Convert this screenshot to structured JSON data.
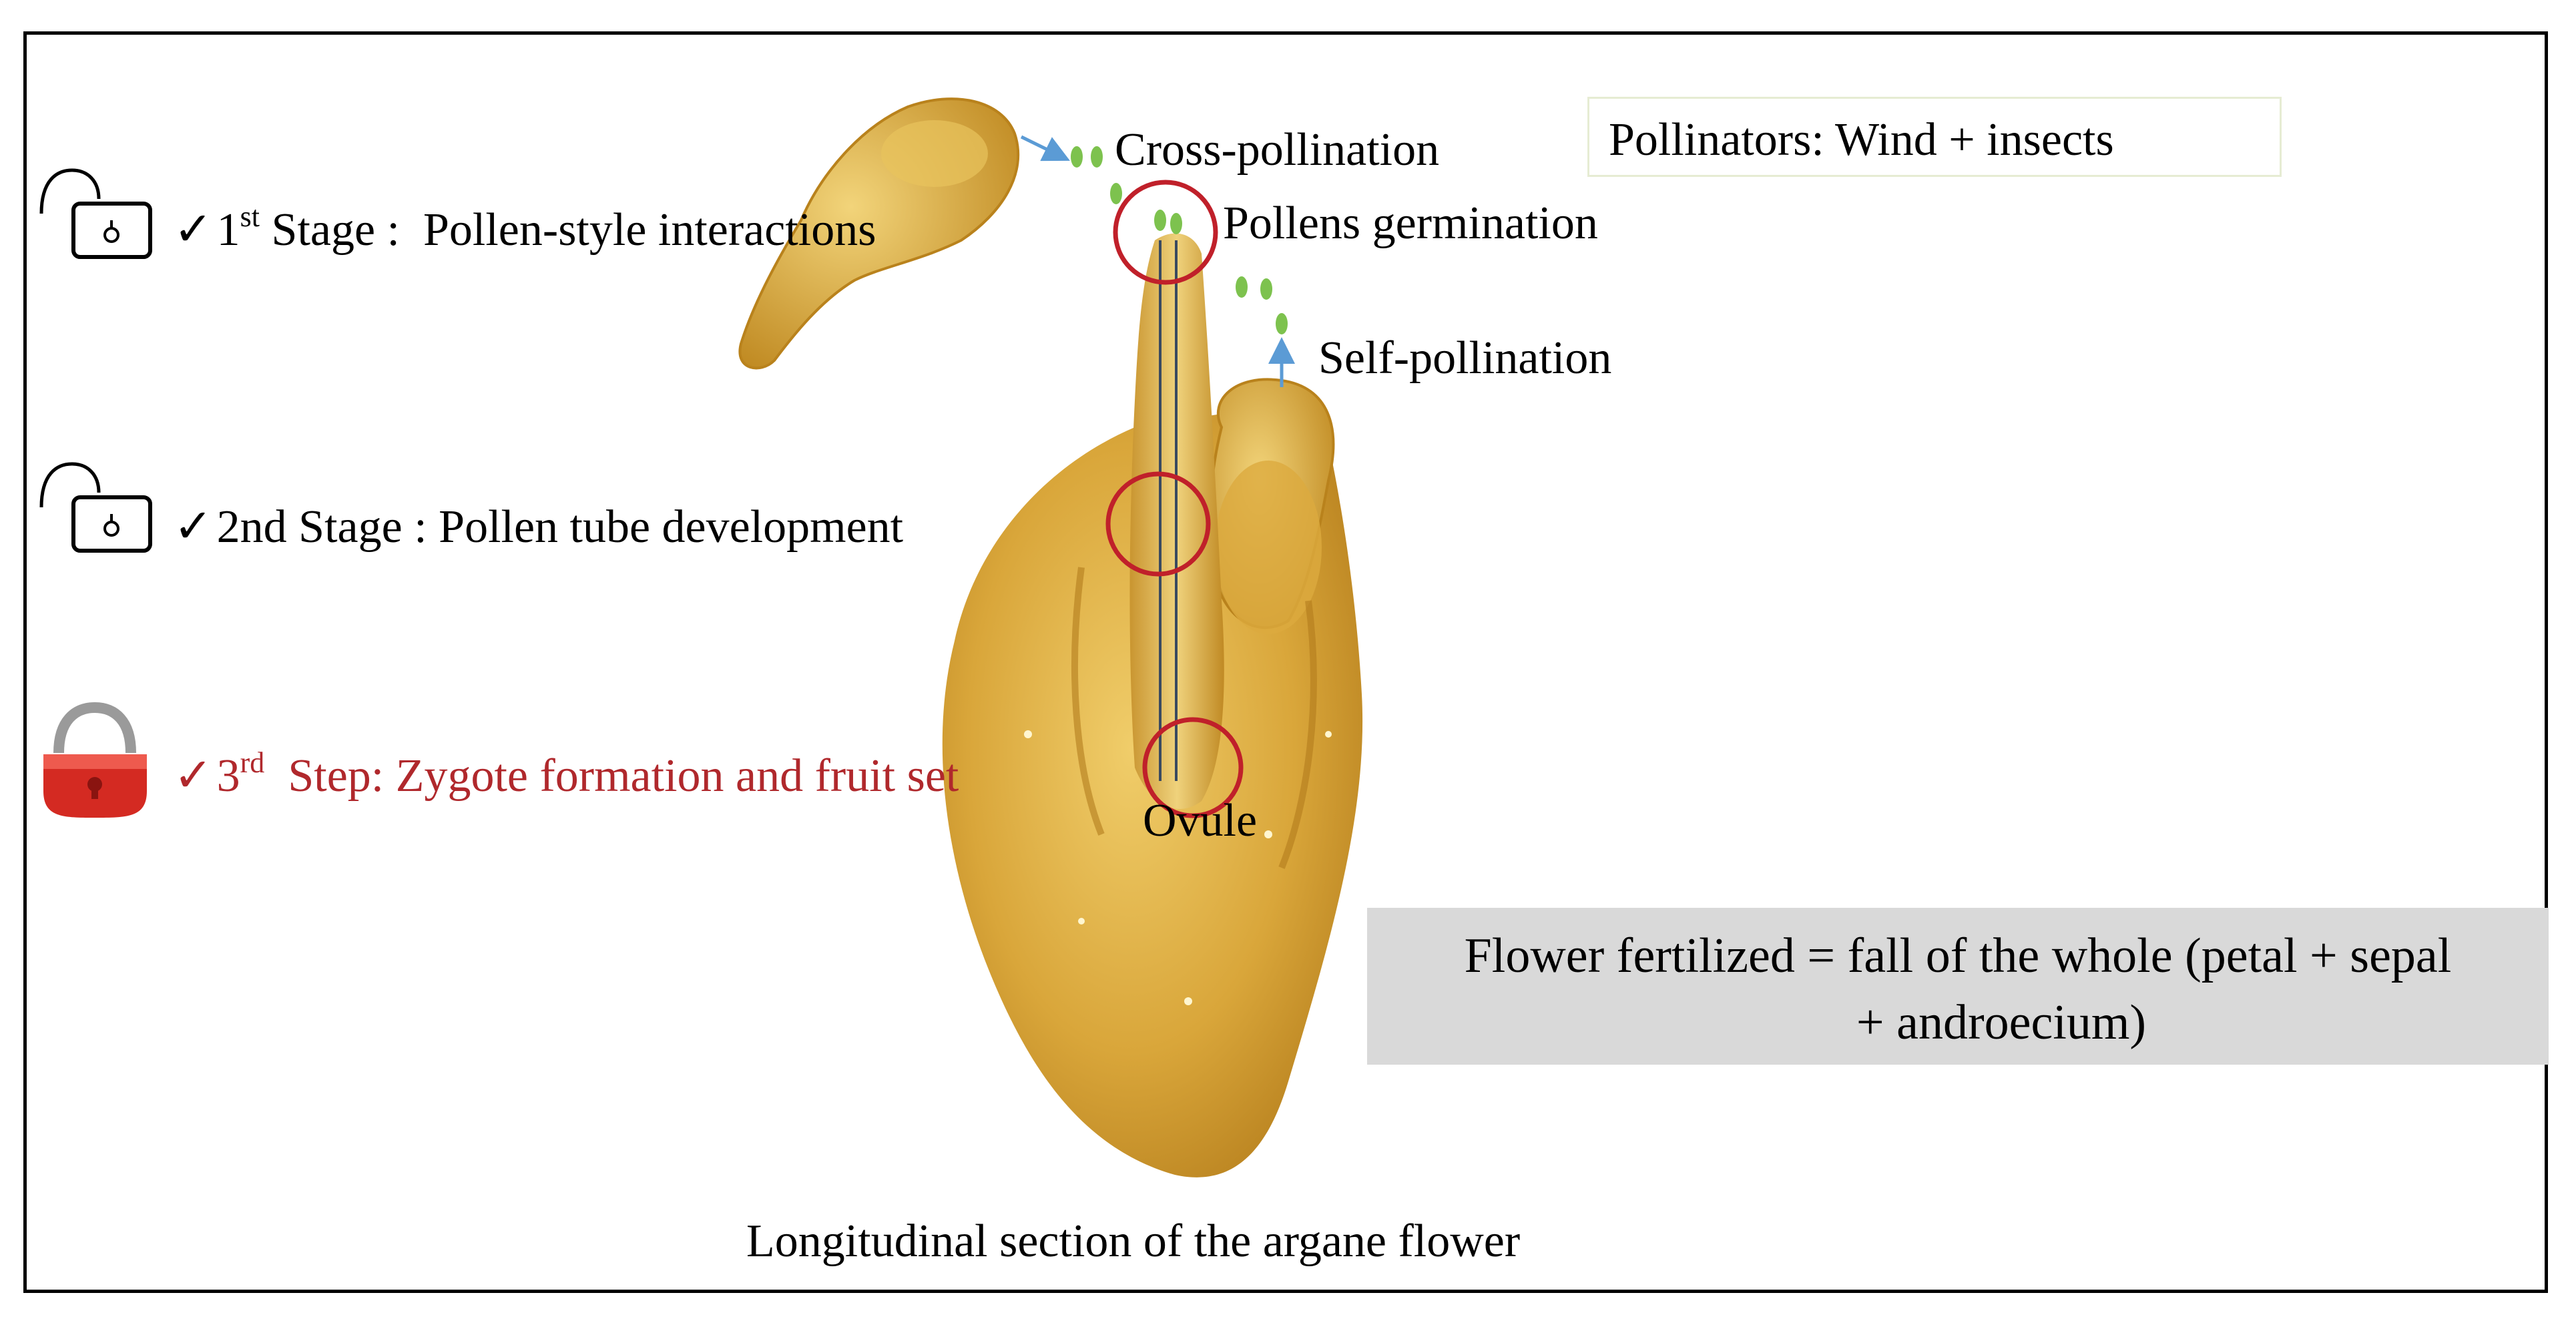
{
  "colors": {
    "petal": "#d7a433",
    "petal_dark": "#b9821c",
    "circle": "#c0202a",
    "pollen": "#7dc24e",
    "arrow": "#5b9bd5",
    "stage3": "#b0282c",
    "lock_red": "#d42a22",
    "box_gray": "#d9d9d9"
  },
  "stages": [
    {
      "num": "1",
      "sup": "st",
      "text": " Stage :  Pollen-style interactions",
      "icon": "open-padlock-icon"
    },
    {
      "num": "2nd Stage",
      "sup": "",
      "text": " : Pollen tube development",
      "icon": "open-padlock-icon"
    },
    {
      "num": "3",
      "sup": "rd",
      "text": "  Step: Zygote formation and fruit set",
      "icon": "red-padlock-icon"
    }
  ],
  "check_mark": "✓",
  "labels": {
    "cross_pollination": "Cross-pollination",
    "pollens_germination": "Pollens germination",
    "self_pollination": "Self-pollination",
    "ovule": "Ovule",
    "caption": "Longitudinal section of the argane flower"
  },
  "pollinators": "Pollinators: Wind + insects",
  "fertilized": {
    "line1": "Flower fertilized = fall of the whole (petal + sepal",
    "line2": "+ androecium)"
  }
}
